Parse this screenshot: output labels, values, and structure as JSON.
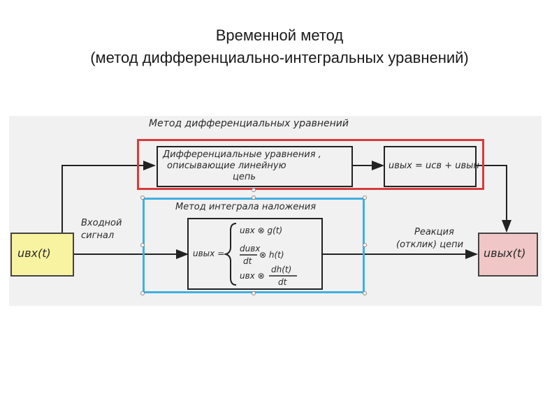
{
  "slide": {
    "title_line1": "Временной метод",
    "title_line2": "(метод дифференциально-интегральных уравнений)"
  },
  "diagram": {
    "top_caption": "Метод дифференциальных уравнений",
    "diff_eq_line1": "Дифференциальные уравнения ,",
    "diff_eq_line2": "описывающие линейную",
    "diff_eq_line3": "цепь",
    "u_out_sum": "uвых = uсв + uвын",
    "integral_caption": "Метод интеграла наложения",
    "u_out_label": "uвых =",
    "case1": "uвх ⊗ g(t)",
    "case2_num": "duвх",
    "case2_den": "dt",
    "case2_rest": "⊗ h(t)",
    "case3_left": "uвх ⊗",
    "case3_num": "dh(t)",
    "case3_den": "dt",
    "input_label_line1": "Входной",
    "input_label_line2": "сигнал",
    "input_box": "uвх(t)",
    "reaction_line1": "Реакция",
    "reaction_line2": "(отклик) цепи",
    "output_box": "uвых(t)"
  },
  "colors": {
    "highlight_red": "#d93a3a",
    "highlight_blue": "#3fb0e0",
    "input_fill": "#f8f3a0",
    "output_fill": "#f1c6c6"
  }
}
